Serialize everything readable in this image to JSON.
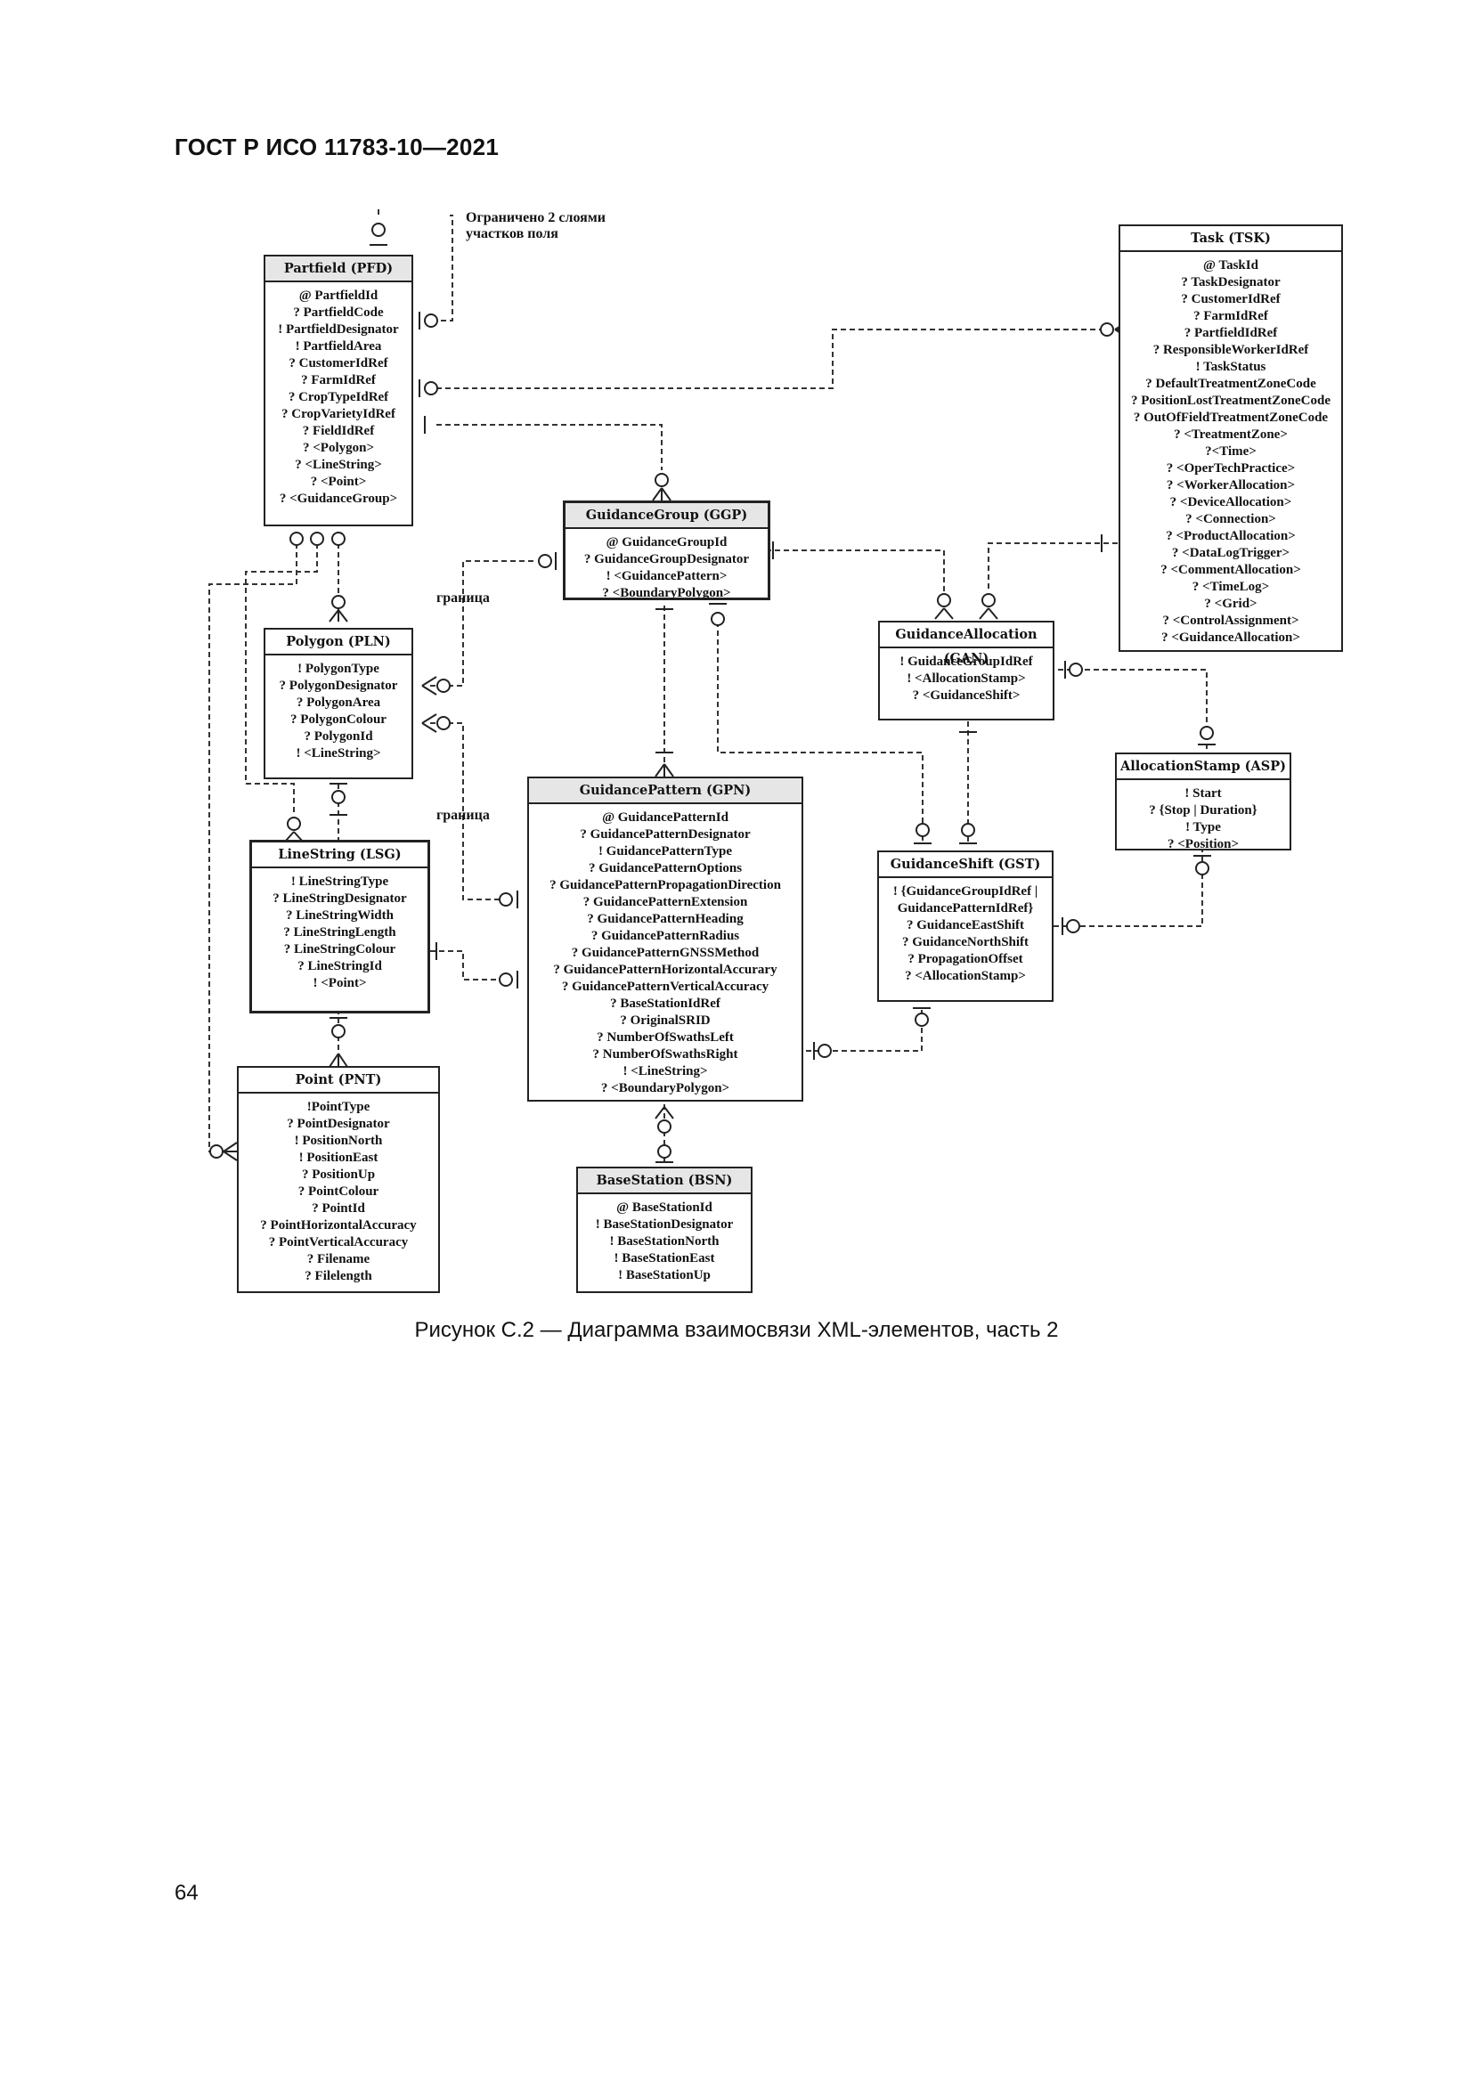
{
  "header": "ГОСТ Р ИСО 11783-10—2021",
  "caption": "Рисунок С.2 — Диаграмма взаимосвязи XML-элементов, часть 2",
  "page_number": "64",
  "labels": {
    "note_line1": "Ограничено 2 слоями",
    "note_line2": "участков поля",
    "boundary_1": "граница",
    "boundary_2": "граница"
  },
  "entities": {
    "partfield": {
      "title": "Partfield (PFD)",
      "attributes": [
        "@ PartfieldId",
        "? PartfieldCode",
        "! PartfieldDesignator",
        "! PartfieldArea",
        "? CustomerIdRef",
        "? FarmIdRef",
        "? CropTypeIdRef",
        "? CropVarietyIdRef",
        "? FieldIdRef",
        "? <Polygon>",
        "? <LineString>",
        "? <Point>",
        "? <GuidanceGroup>"
      ]
    },
    "task": {
      "title": "Task (TSK)",
      "attributes": [
        "@ TaskId",
        "? TaskDesignator",
        "? CustomerIdRef",
        "? FarmIdRef",
        "? PartfieldIdRef",
        "? ResponsibleWorkerIdRef",
        "! TaskStatus",
        "? DefaultTreatmentZoneCode",
        "? PositionLostTreatmentZoneCode",
        "? OutOfFieldTreatmentZoneCode",
        "? <TreatmentZone>",
        "?<Time>",
        "? <OperTechPractice>",
        "? <WorkerAllocation>",
        "? <DeviceAllocation>",
        "? <Connection>",
        "? <ProductAllocation>",
        "? <DataLogTrigger>",
        "? <CommentAllocation>",
        "? <TimeLog>",
        "? <Grid>",
        "? <ControlAssignment>",
        "? <GuidanceAllocation>"
      ]
    },
    "guidance_group": {
      "title": "GuidanceGroup (GGP)",
      "attributes": [
        "@ GuidanceGroupId",
        "? GuidanceGroupDesignator",
        "! <GuidancePattern>",
        "? <BoundaryPolygon>"
      ]
    },
    "guidance_allocation": {
      "title": "GuidanceAllocation (GAN)",
      "attributes": [
        "! GuidanceGroupIdRef",
        "! <AllocationStamp>",
        "? <GuidanceShift>"
      ]
    },
    "polygon": {
      "title": "Polygon (PLN)",
      "attributes": [
        "! PolygonType",
        "? PolygonDesignator",
        "? PolygonArea",
        "? PolygonColour",
        "? PolygonId",
        "!  <LineString>"
      ]
    },
    "allocation_stamp": {
      "title": "AllocationStamp (ASP)",
      "attributes": [
        "! Start",
        "? {Stop | Duration}",
        "! Type",
        "? <Position>"
      ]
    },
    "guidance_pattern": {
      "title": "GuidancePattern (GPN)",
      "attributes": [
        "@ GuidancePatternId",
        "? GuidancePatternDesignator",
        "! GuidancePatternType",
        "? GuidancePatternOptions",
        "? GuidancePatternPropagationDirection",
        "? GuidancePatternExtension",
        "? GuidancePatternHeading",
        "? GuidancePatternRadius",
        "? GuidancePatternGNSSMethod",
        "? GuidancePatternHorizontalAccurary",
        "? GuidancePatternVerticalAccuracy",
        "? BaseStationIdRef",
        "? OriginalSRID",
        "? NumberOfSwathsLeft",
        "? NumberOfSwathsRight",
        "! <LineString>",
        "? <BoundaryPolygon>"
      ]
    },
    "line_string": {
      "title": "LineString (LSG)",
      "attributes": [
        "! LineStringType",
        "? LineStringDesignator",
        "? LineStringWidth",
        "? LineStringLength",
        "? LineStringColour",
        "? LineStringId",
        "! <Point>"
      ]
    },
    "guidance_shift": {
      "title": "GuidanceShift (GST)",
      "attributes": [
        "! {GuidanceGroupIdRef |",
        "GuidancePatternIdRef}",
        "? GuidanceEastShift",
        "? GuidanceNorthShift",
        "? PropagationOffset",
        "? <AllocationStamp>"
      ]
    },
    "point": {
      "title": "Point (PNT)",
      "attributes": [
        "!PointType",
        "? PointDesignator",
        "! PositionNorth",
        "! PositionEast",
        "? PositionUp",
        "? PointColour",
        "? PointId",
        "? PointHorizontalAccuracy",
        "? PointVerticalAccuracy",
        "? Filename",
        "? Filelength"
      ]
    },
    "base_station": {
      "title": "BaseStation (BSN)",
      "attributes": [
        "@ BaseStationId",
        "! BaseStationDesignator",
        "! BaseStationNorth",
        "! BaseStationEast",
        "! BaseStationUp"
      ]
    }
  }
}
